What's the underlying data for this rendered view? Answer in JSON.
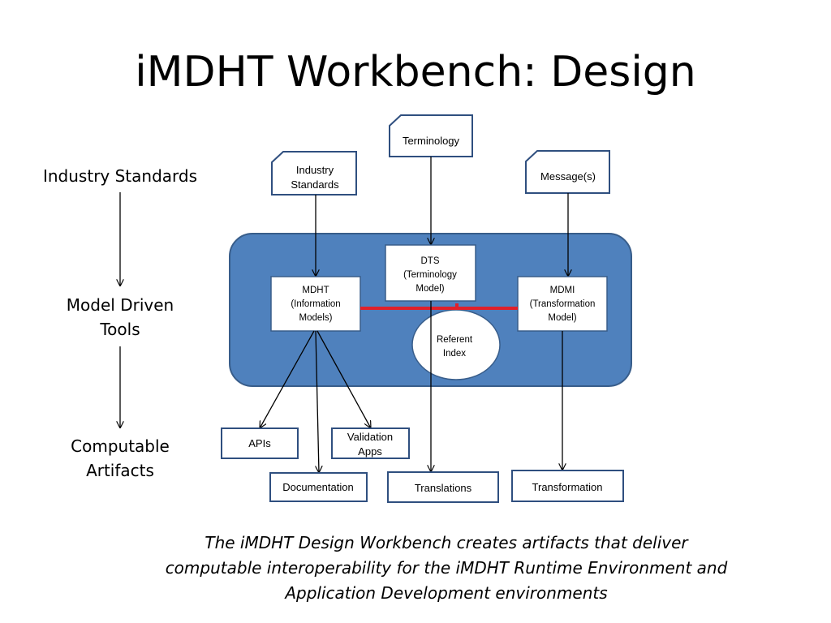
{
  "slide": {
    "title": "iMDHT Workbench: Design",
    "caption": "The iMDHT Design Workbench creates artifacts that deliver computable interoperability for the iMDHT Runtime Environment and Application Development environments"
  },
  "side_labels": {
    "industry_standards": "Industry Standards",
    "model_driven_tools": [
      "Model Driven",
      "Tools"
    ],
    "computable_artifacts": [
      "Computable",
      "Artifacts"
    ]
  },
  "inputs": {
    "terminology": "Terminology",
    "industry_standards": [
      "Industry",
      "Standards"
    ],
    "messages": "Message(s)"
  },
  "tools": {
    "mdht": [
      "MDHT",
      "(Information",
      "Models)"
    ],
    "dts": [
      "DTS",
      "(Terminology",
      "Model)"
    ],
    "mdmi": [
      "MDMI",
      "(Transformation",
      "Model)"
    ],
    "referent_index": [
      "Referent",
      "Index"
    ]
  },
  "artifacts": {
    "apis": "APIs",
    "validation_apps": [
      "Validation",
      "Apps"
    ],
    "documentation": "Documentation",
    "translations": "Translations",
    "transformation": "Transformation"
  },
  "colors": {
    "panel_fill": "#4f81bd",
    "panel_stroke": "#385d8a",
    "box_stroke": "#2f4f7f",
    "connector_red": "#e0202a"
  }
}
